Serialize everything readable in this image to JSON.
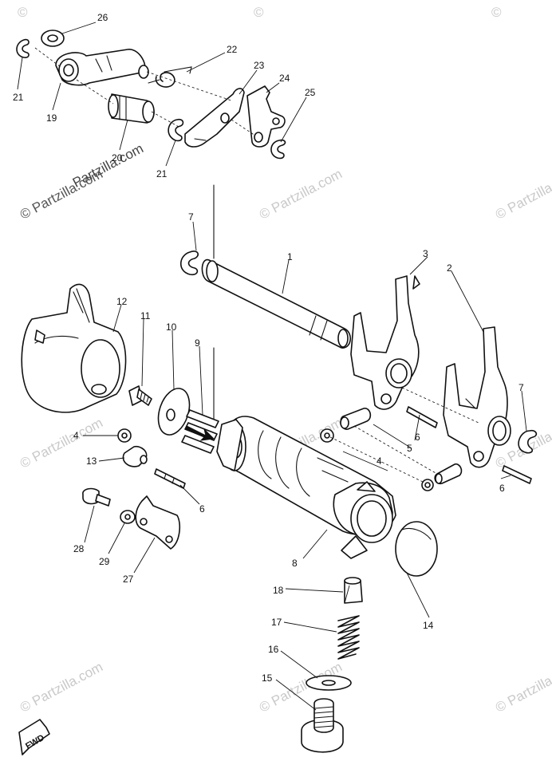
{
  "watermark": {
    "text": "© Partzilla.com",
    "copy": "©",
    "brand": "Partzilla.com"
  },
  "diagram": {
    "direction_label": "FWD",
    "callouts": {
      "c1": "1",
      "c2": "2",
      "c3": "3",
      "c4a": "4",
      "c4b": "4",
      "c5": "5",
      "c6a": "6",
      "c6b": "6",
      "c6c": "6",
      "c7a": "7",
      "c7b": "7",
      "c8": "8",
      "c9": "9",
      "c10": "10",
      "c11": "11",
      "c12": "12",
      "c13": "13",
      "c14": "14",
      "c15": "15",
      "c16": "16",
      "c17": "17",
      "c18": "18",
      "c19": "19",
      "c20": "20",
      "c21a": "21",
      "c21b": "21",
      "c22": "22",
      "c23": "23",
      "c24": "24",
      "c25": "25",
      "c26": "26",
      "c27": "27",
      "c28": "28",
      "c29": "29"
    }
  }
}
